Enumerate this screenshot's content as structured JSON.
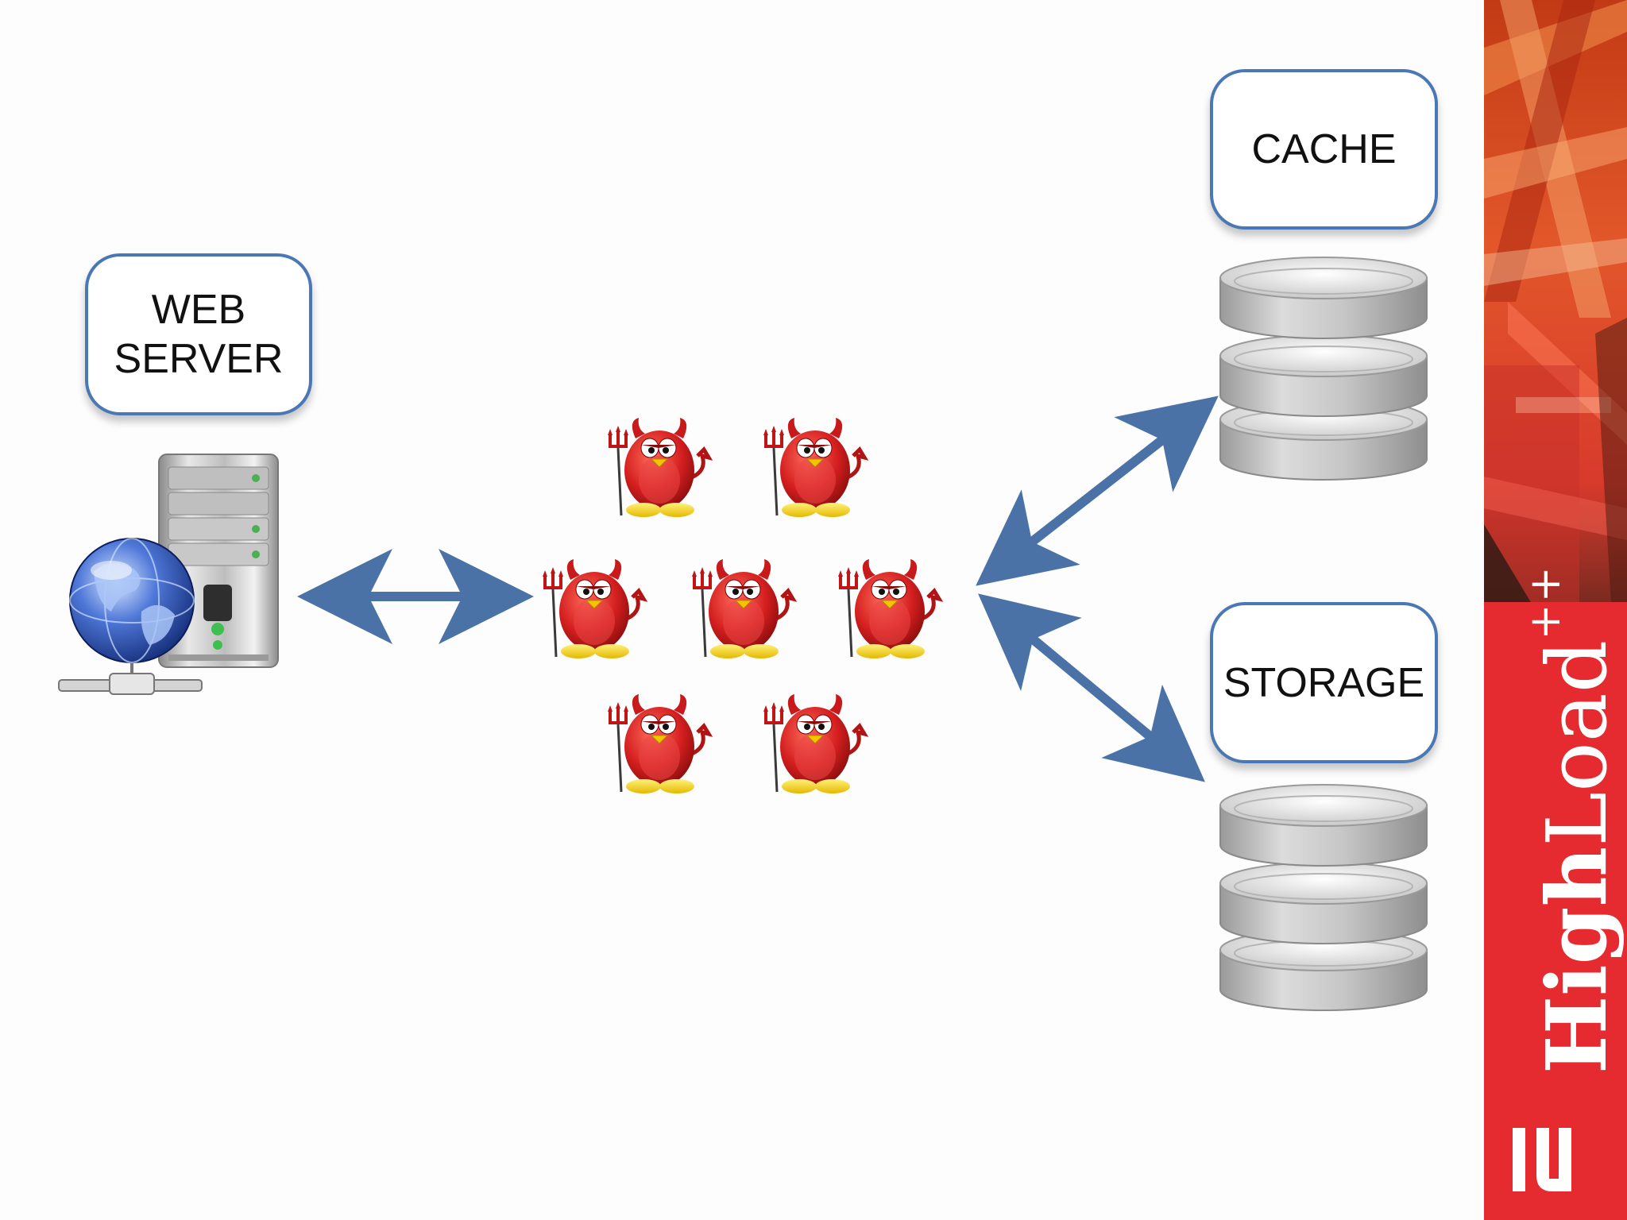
{
  "nodes": {
    "web_server": {
      "label": "WEB\nSERVER"
    },
    "cache": {
      "label": "CACHE"
    },
    "storage": {
      "label": "STORAGE"
    }
  },
  "workers": {
    "count": 7
  },
  "branding": {
    "name_bold": "High",
    "name_regular": "Load",
    "suffix": "++"
  },
  "colors": {
    "arrow": "#4a72a6",
    "box_border": "#4a78b5",
    "brand_red": "#e52a30",
    "devil_red": "#d41f1f"
  }
}
